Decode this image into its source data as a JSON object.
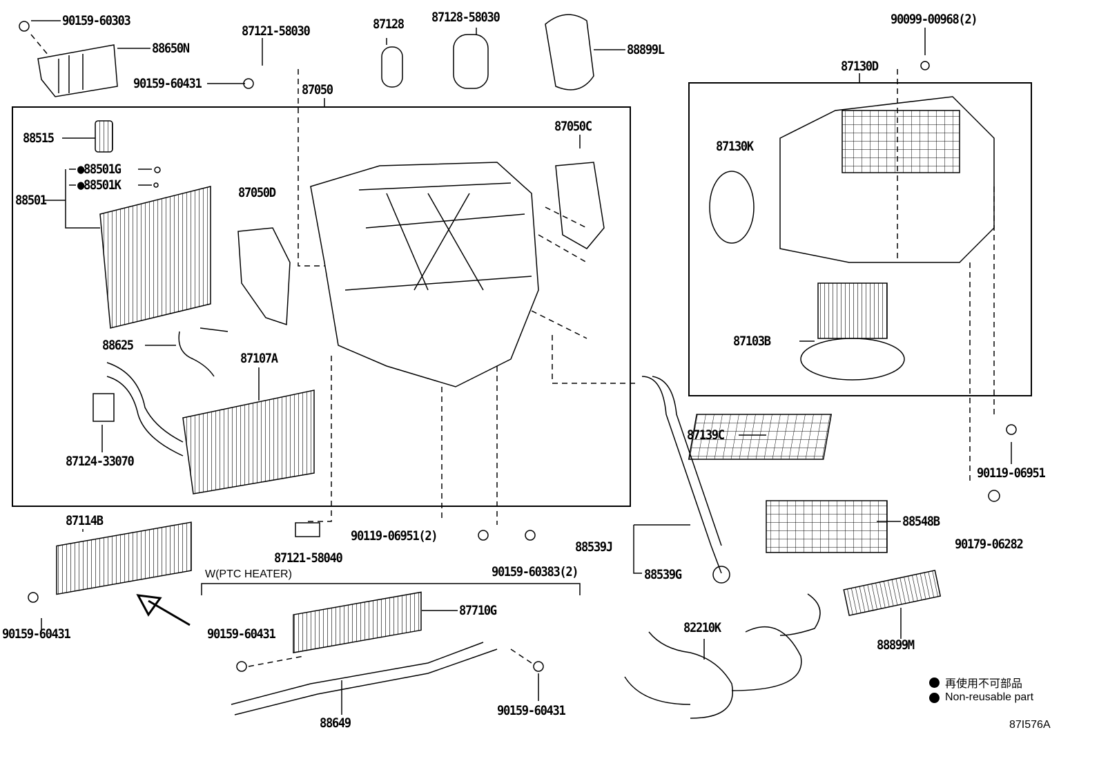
{
  "diagram": {
    "labels": {
      "p90159_60303": "90159-60303",
      "p88650N": "88650N",
      "p87121_58030": "87121-58030",
      "p90159_60431_top": "90159-60431",
      "p87128": "87128",
      "p87128_58030": "87128-58030",
      "p88899L": "88899L",
      "p90099_00968": "90099-00968(2)",
      "p87130D": "87130D",
      "p87050": "87050",
      "p87050C": "87050C",
      "p88515": "88515",
      "p88501G": "●88501G",
      "p88501K": "●88501K",
      "p88501": "88501",
      "p87050D": "87050D",
      "p87130K": "87130K",
      "p88625": "88625",
      "p87107A": "87107A",
      "p87103B": "87103B",
      "p87124_33070": "87124-33070",
      "p87139C": "87139C",
      "p90119_06951": "90119-06951",
      "p87114B": "87114B",
      "p87121_58040": "87121-58040",
      "p90119_06951_2": "90119-06951(2)",
      "p88539J": "88539J",
      "p88548B": "88548B",
      "p90179_06282": "90179-06282",
      "p90159_60383_2": "90159-60383(2)",
      "p88539G": "88539G",
      "ptc_heater": "W(PTC HEATER)",
      "p87710G": "87710G",
      "p82210K": "82210K",
      "p88899M": "88899M",
      "p88649": "88649",
      "p90159_60431_left": "90159-60431",
      "p90159_60431_mid": "90159-60431",
      "p90159_60431_bottom": "90159-60431"
    },
    "legend": {
      "japanese": "再使用不可部品",
      "english": "Non-reusable part"
    },
    "figure_id": "87I576A"
  }
}
